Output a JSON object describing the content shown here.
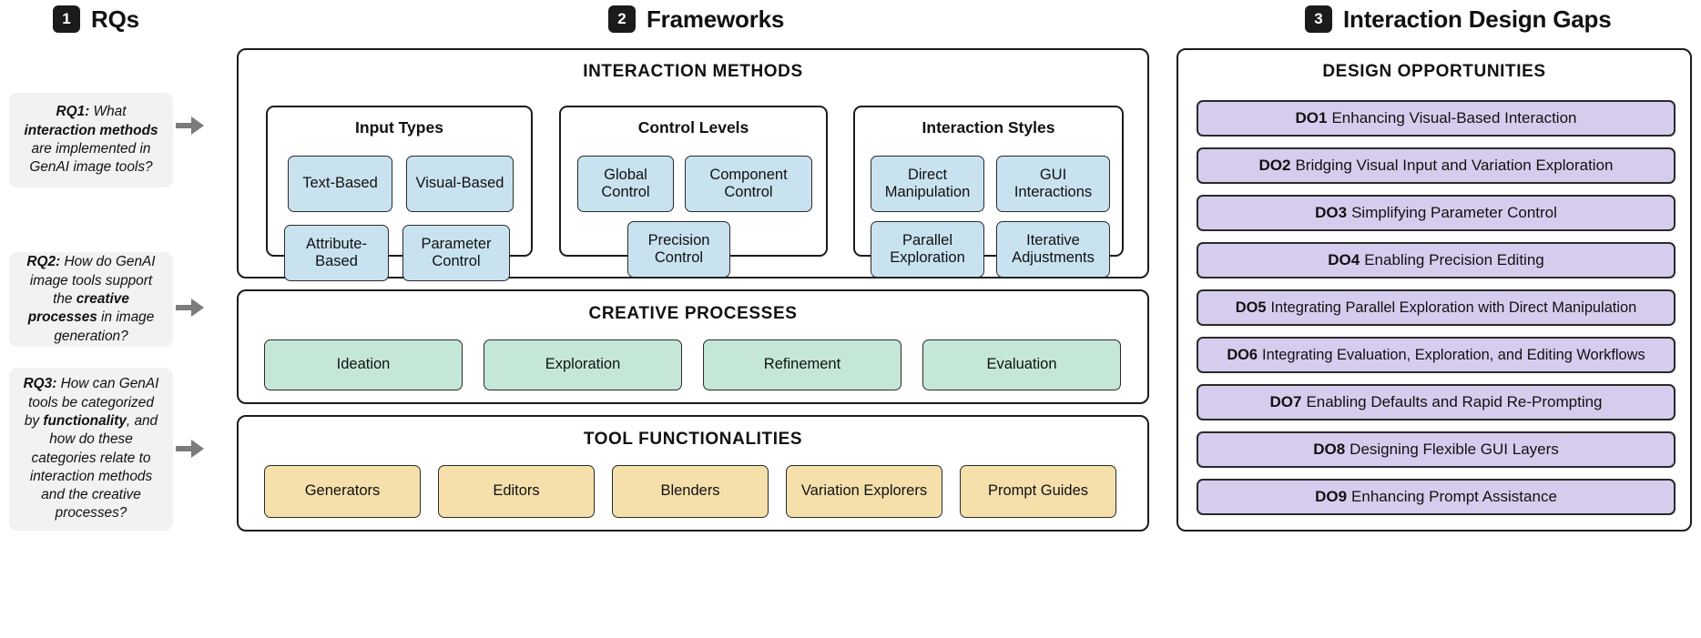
{
  "columns": [
    {
      "number": "1",
      "title": "RQs"
    },
    {
      "number": "2",
      "title": "Frameworks"
    },
    {
      "number": "3",
      "title": "Interaction Design Gaps"
    }
  ],
  "research_questions": [
    {
      "id": "RQ1",
      "label": "RQ1:",
      "text": "What interaction methods are implemented in GenAI image tools?",
      "emphasis": [
        "interaction methods"
      ]
    },
    {
      "id": "RQ2",
      "label": "RQ2:",
      "text": "How do GenAI image tools support the creative processes in image generation?",
      "emphasis": [
        "creative processes"
      ]
    },
    {
      "id": "RQ3",
      "label": "RQ3:",
      "text": "How can GenAI tools be categorized by functionality, and how do these categories relate to interaction methods and the creative processes?",
      "emphasis": [
        "functionality"
      ]
    }
  ],
  "frameworks": {
    "interaction_methods": {
      "title": "INTERACTION METHODS",
      "groups": [
        {
          "title": "Input Types",
          "items": [
            "Text-Based",
            "Visual-Based",
            "Attribute-Based",
            "Parameter Control"
          ]
        },
        {
          "title": "Control Levels",
          "items": [
            "Global Control",
            "Component Control",
            "Precision Control"
          ]
        },
        {
          "title": "Interaction Styles",
          "items": [
            "Direct Manipulation",
            "GUI Interactions",
            "Parallel Exploration",
            "Iterative Adjustments"
          ]
        }
      ]
    },
    "creative_processes": {
      "title": "CREATIVE PROCESSES",
      "items": [
        "Ideation",
        "Exploration",
        "Refinement",
        "Evaluation"
      ]
    },
    "tool_functionalities": {
      "title": "TOOL FUNCTIONALITIES",
      "items": [
        "Generators",
        "Editors",
        "Blenders",
        "Variation Explorers",
        "Prompt Guides"
      ]
    }
  },
  "design_gaps": {
    "title": "DESIGN OPPORTUNITIES",
    "opportunities": [
      {
        "num": "DO1",
        "text": "Enhancing Visual-Based Interaction"
      },
      {
        "num": "DO2",
        "text": "Bridging Visual Input and Variation Exploration"
      },
      {
        "num": "DO3",
        "text": "Simplifying Parameter Control"
      },
      {
        "num": "DO4",
        "text": "Enabling Precision Editing"
      },
      {
        "num": "DO5",
        "text": "Integrating Parallel Exploration with Direct Manipulation"
      },
      {
        "num": "DO6",
        "text": "Integrating Evaluation, Exploration, and Editing Workflows"
      },
      {
        "num": "DO7",
        "text": "Enabling Defaults and Rapid Re-Prompting"
      },
      {
        "num": "DO8",
        "text": "Designing Flexible GUI Layers"
      },
      {
        "num": "DO9",
        "text": "Enhancing Prompt Assistance"
      }
    ]
  },
  "colors": {
    "chip_blue": "#c9e2f0",
    "chip_green": "#c4e7d8",
    "chip_yellow": "#f5e0ac",
    "chip_purple": "#d6cdee",
    "card_gray": "#f2f2f2",
    "outline": "#1b1b1b",
    "arrow": "#7b7b7b"
  }
}
